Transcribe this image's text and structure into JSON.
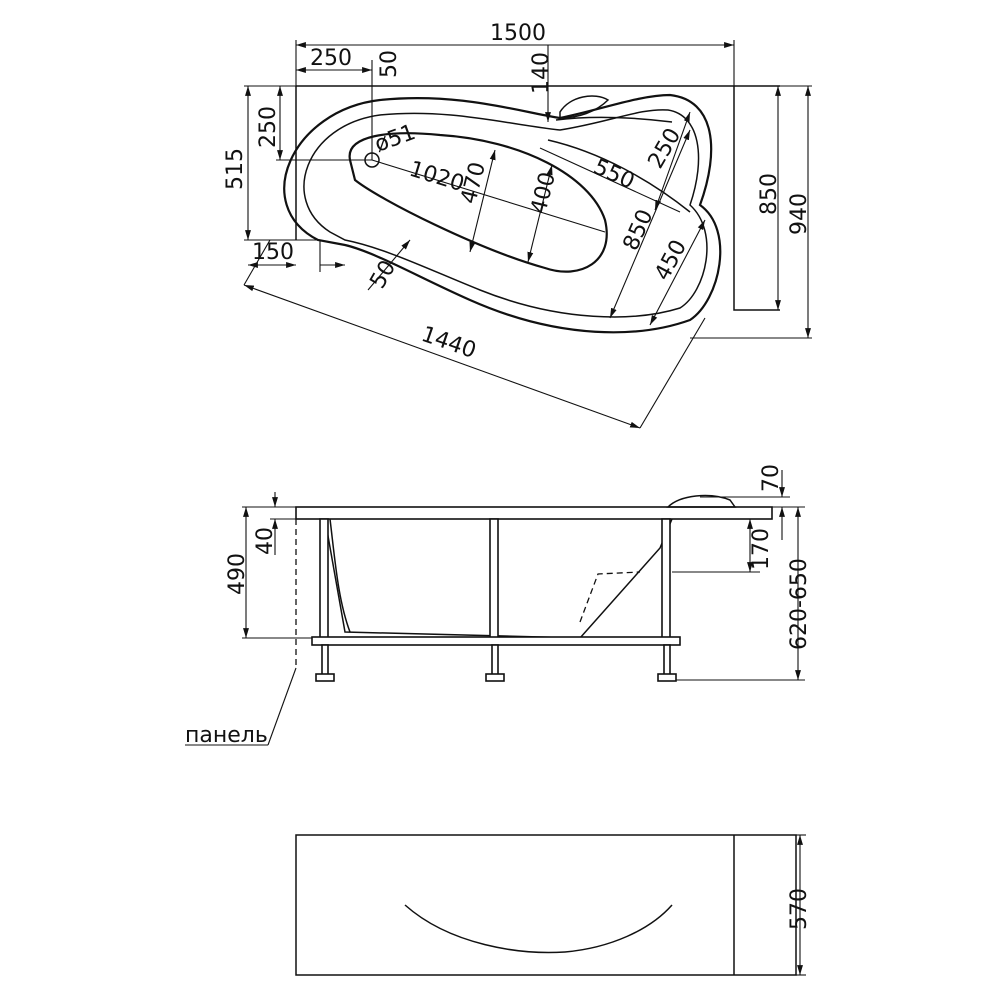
{
  "top_view": {
    "overall_length": "1500",
    "offset_250_top": "250",
    "offset_50_top": "50",
    "offset_140": "140",
    "depth_515": "515",
    "depth_250_left": "250",
    "drain_diameter": "ø51",
    "inner_length_1020": "1020",
    "inner_470": "470",
    "inner_400": "400",
    "seat_550": "550",
    "seat_250": "250",
    "diag_850": "850",
    "diag_450": "450",
    "width_850": "850",
    "width_940": "940",
    "left_150": "150",
    "left_50": "50",
    "diag_1440": "1440"
  },
  "side_view": {
    "rim_70": "70",
    "rim_40": "40",
    "height_490": "490",
    "height_170": "170",
    "height_range": "620-650",
    "panel_label": "панель"
  },
  "panel_view": {
    "panel_height": "570"
  }
}
